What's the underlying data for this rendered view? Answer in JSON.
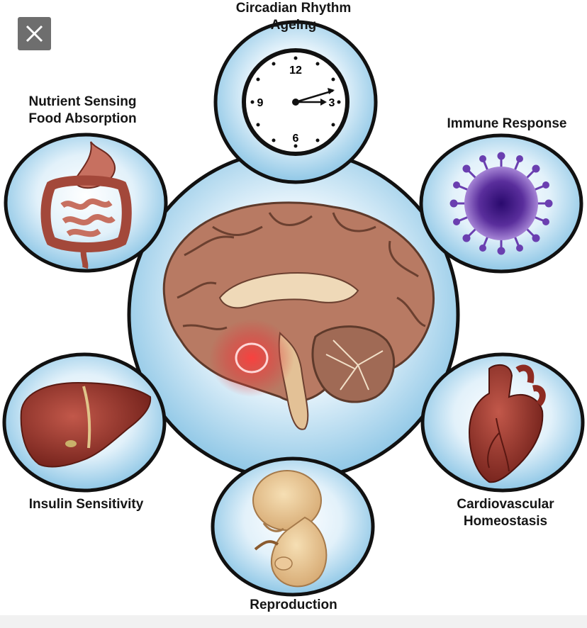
{
  "close_button": {
    "icon": "close-icon"
  },
  "labels": {
    "circadian_line1": "Circadian Rhythm",
    "circadian_line2": "Ageing",
    "nutrient_line1": "Nutrient Sensing",
    "nutrient_line2": "Food Absorption",
    "immune": "Immune Response",
    "insulin": "Insulin Sensitivity",
    "cardio_line1": "Cardiovascular",
    "cardio_line2": "Homeostasis",
    "reproduction": "Reproduction"
  },
  "clock": {
    "n12": "12",
    "n3": "3",
    "n6": "6",
    "n9": "9"
  },
  "icons": {
    "center": "brain-icon",
    "top": "clock-icon",
    "top_left": "digestive-system-icon",
    "top_right": "virus-icon",
    "bottom_left": "liver-icon",
    "bottom_right": "heart-icon",
    "bottom": "fetus-icon"
  },
  "colors": {
    "bubble_light": "#ffffff",
    "bubble_blue": "#9fd0ea",
    "outline": "#111111",
    "brain": "#b87a63",
    "virus": "#4a1f86",
    "organ_red": "#8e2b22",
    "skin": "#e5c28f"
  }
}
